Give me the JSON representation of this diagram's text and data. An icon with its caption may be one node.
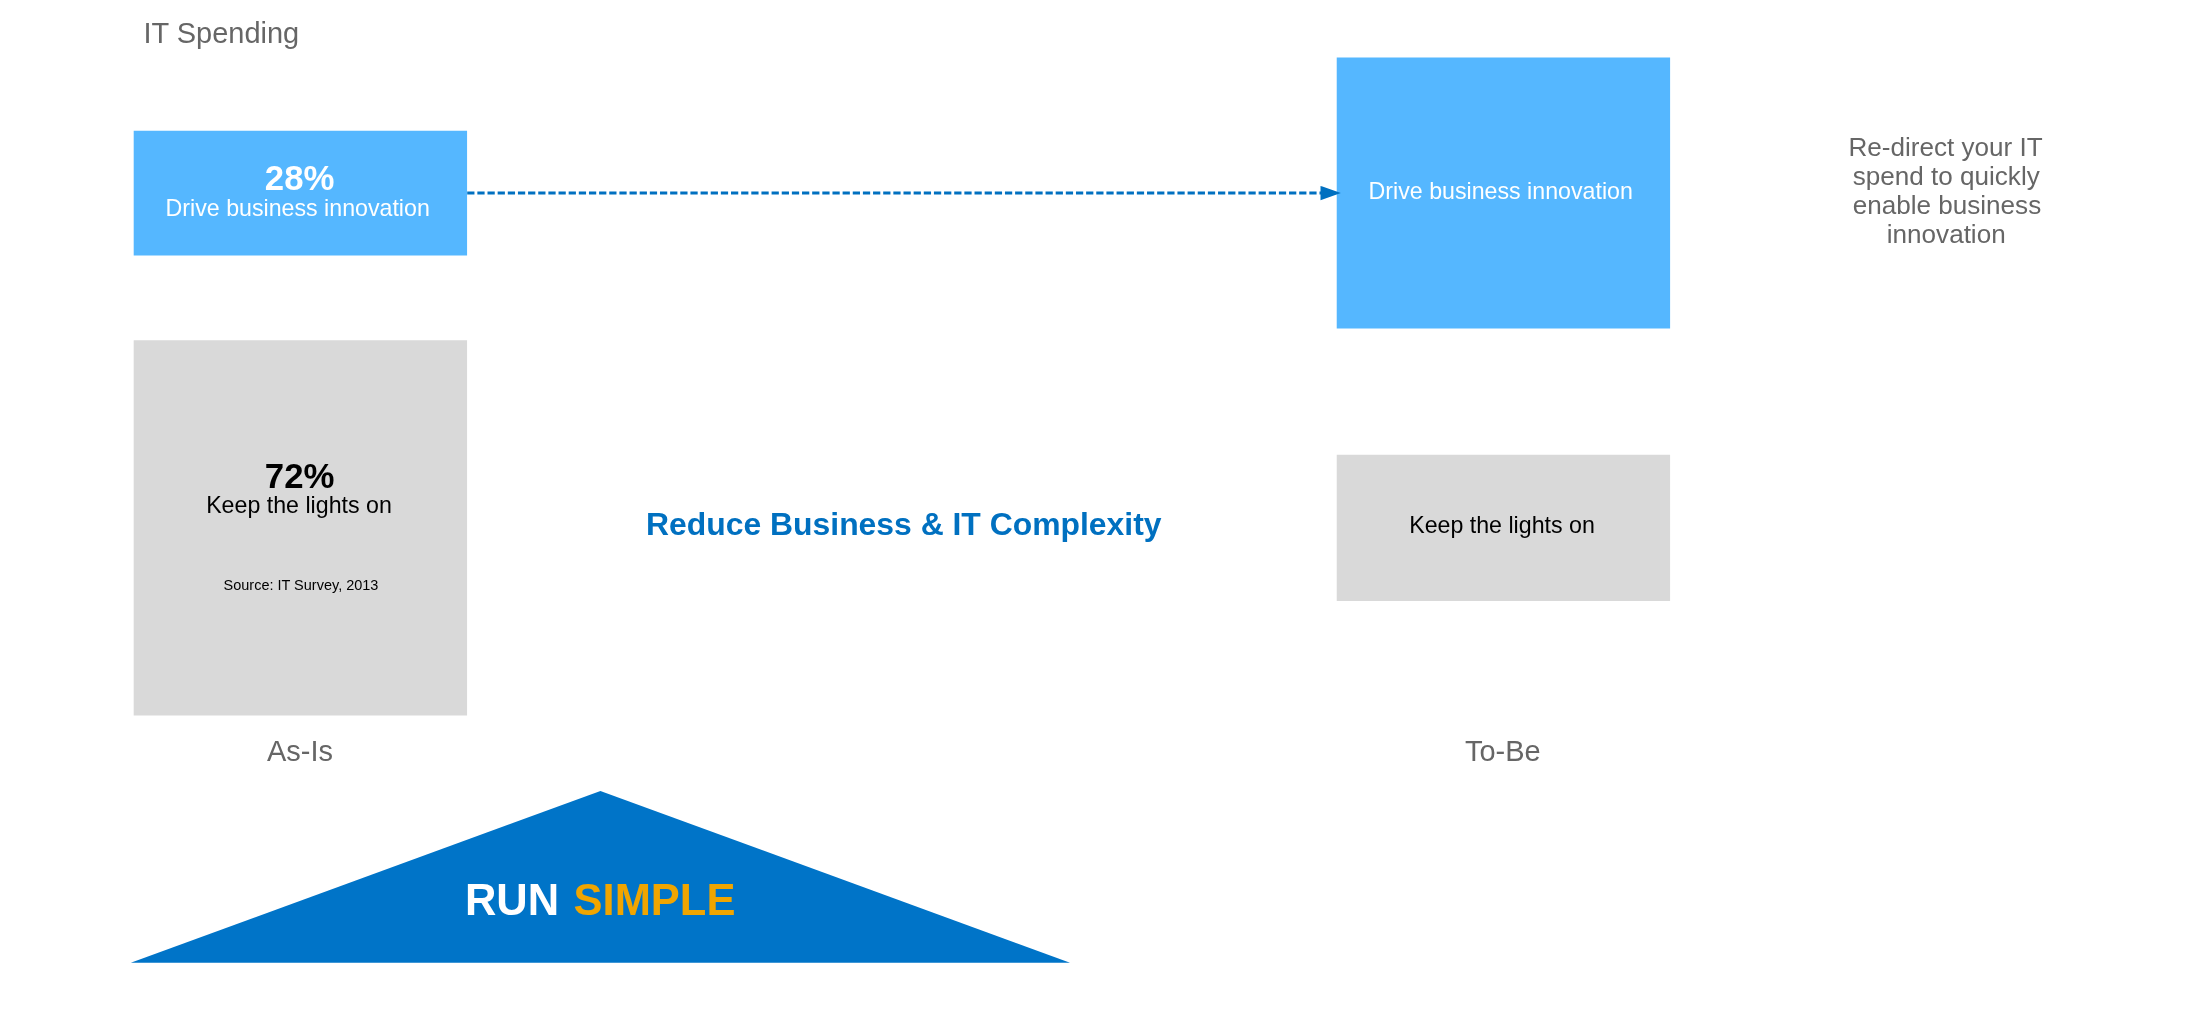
{
  "diagram": {
    "title": "IT Spending",
    "nodes": [
      {
        "text": [
          "28%",
          "Drive business innovation"
        ]
      },
      {
        "text": [
          "72%",
          "Keep the lights on",
          "Source: IT Survey, 2013"
        ]
      },
      {
        "text": [
          "Drive business innovation"
        ]
      },
      {
        "text": [
          "Keep the lights on"
        ]
      },
      {
        "text": [
          "RUN SIMPLE"
        ]
      }
    ],
    "edges": [
      {
        "from": 0,
        "to": 2,
        "arrow": "to",
        "style": "dashed"
      }
    ],
    "labels": [
      "Re-direct your IT spend to quickly enable business innovation",
      "Reduce Business & IT Complexity",
      "As-Is",
      "To-Be"
    ]
  }
}
